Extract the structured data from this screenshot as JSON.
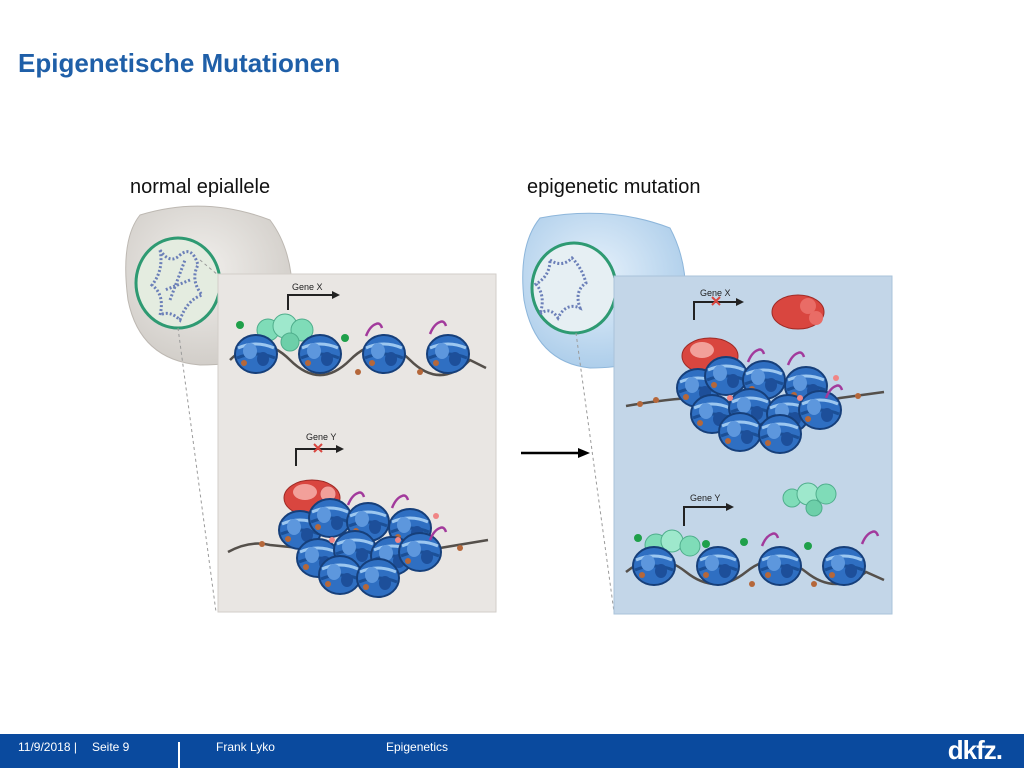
{
  "slide": {
    "title": "Epigenetische Mutationen"
  },
  "diagram": {
    "left_label": "normal epiallele",
    "right_label": "epigenetic mutation",
    "left_gene_x": "Gene X",
    "left_gene_y": "Gene Y",
    "right_gene_x": "Gene X",
    "right_gene_y": "Gene Y"
  },
  "footer": {
    "date": "11/9/2018 |",
    "page": "Seite 9",
    "author": "Frank Lyko",
    "topic": "Epigenetics",
    "logo": "dkfz."
  },
  "colors": {
    "title": "#1f5fa8",
    "footer_bg": "#0a4a9e",
    "left_panel_bg": "#e9e6e3",
    "right_panel_bg": "#c3d6e8",
    "nucleosome": "#2f6fc2",
    "activator": "#7fdcb8",
    "repressor": "#d9463f"
  }
}
